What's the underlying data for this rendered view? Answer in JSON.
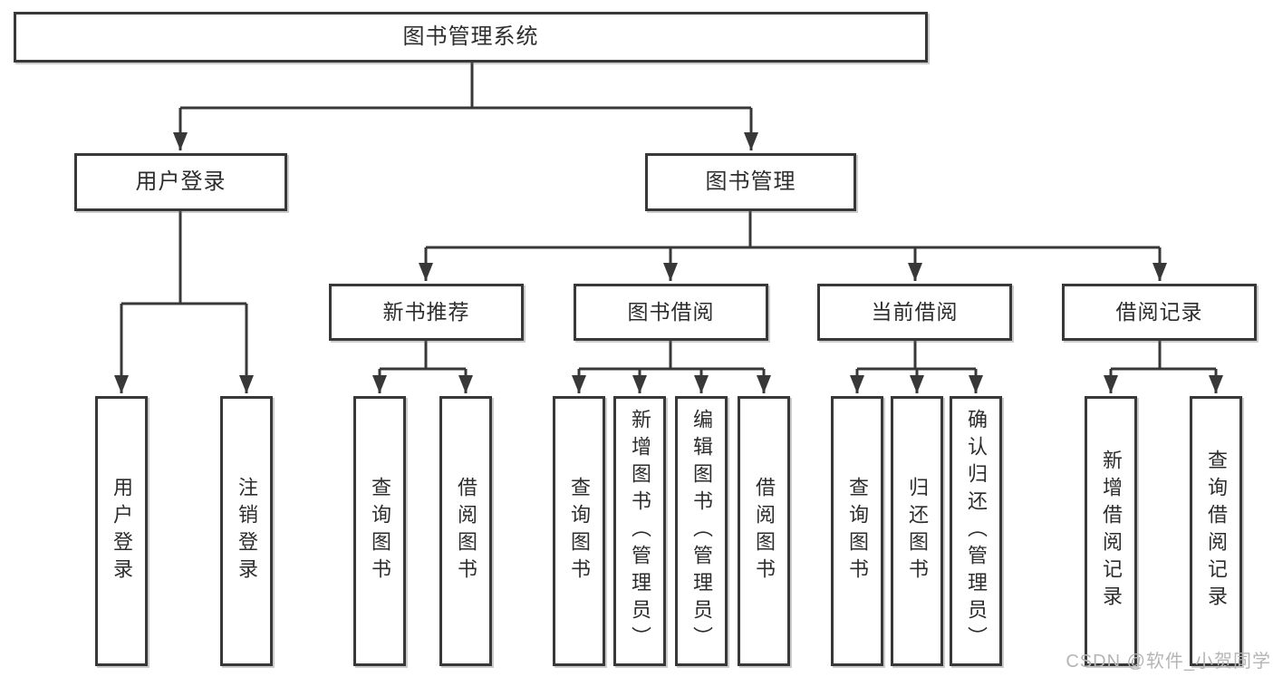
{
  "tree": {
    "root": {
      "label": "图书管理系统"
    },
    "branches": [
      {
        "label": "用户登录",
        "children": [
          {
            "label": "用户登录"
          },
          {
            "label": "注销登录"
          }
        ]
      },
      {
        "label": "图书管理",
        "children": [
          {
            "label": "新书推荐",
            "children": [
              {
                "label": "查询图书"
              },
              {
                "label": "借阅图书"
              }
            ]
          },
          {
            "label": "图书借阅",
            "children": [
              {
                "label": "查询图书"
              },
              {
                "label": "新增图书（管理员）"
              },
              {
                "label": "编辑图书（管理员）"
              },
              {
                "label": "借阅图书"
              }
            ]
          },
          {
            "label": "当前借阅",
            "children": [
              {
                "label": "查询图书"
              },
              {
                "label": "归还图书"
              },
              {
                "label": "确认归还（管理员）"
              }
            ]
          },
          {
            "label": "借阅记录",
            "children": [
              {
                "label": "新增借阅记录"
              },
              {
                "label": "查询借阅记录"
              }
            ]
          }
        ]
      }
    ]
  },
  "watermark": "CSDN @软件_小贺同学",
  "colors": {
    "line": "#383838",
    "text": "#2d2d2d",
    "watermark_gray": "#b5b5b5",
    "background": "#ffffff"
  }
}
